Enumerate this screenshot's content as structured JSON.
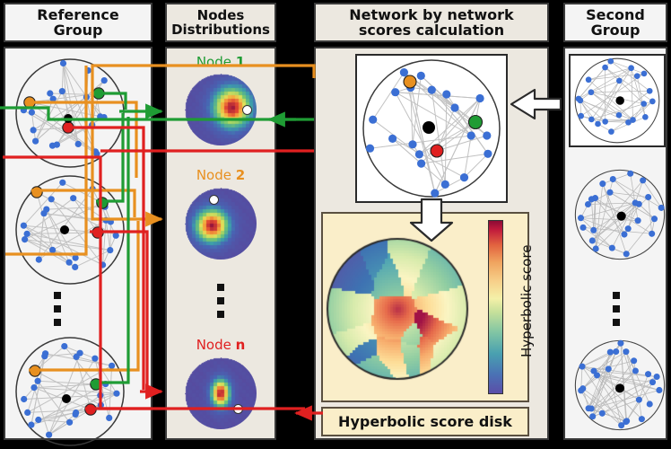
{
  "figure": {
    "background": "#000000",
    "panel_light": "#f4f4f4",
    "panel_cream": "#ece8e0",
    "disk_panel": "#faeec9"
  },
  "columns": [
    {
      "id": "reference-group",
      "title": "Reference\nGroup",
      "title_lines": [
        "Reference",
        "Group"
      ]
    },
    {
      "id": "nodes-distributions",
      "title": "Nodes\nDistributions",
      "title_lines": [
        "Nodes",
        "Distributions"
      ]
    },
    {
      "id": "network-by-network",
      "title": "Network by network\nscores calculation",
      "title_lines": [
        "Network by network",
        "scores calculation"
      ]
    },
    {
      "id": "second-group",
      "title": "Second\nGroup",
      "title_lines": [
        "Second",
        "Group"
      ]
    }
  ],
  "headers": {
    "reference_group": "Reference Group",
    "nodes_distributions": "Nodes Distributions",
    "network_scores": "Network by network scores calculation",
    "second_group": "Second Group"
  },
  "nodes_distributions": {
    "items": [
      {
        "label_prefix": "Node",
        "label_index": "1",
        "color": "#1f9c34",
        "marker_angle_deg": 10,
        "peak": "right"
      },
      {
        "label_prefix": "Node",
        "label_index": "2",
        "color": "#e89020",
        "marker_angle_deg": 255,
        "peak": "left"
      },
      {
        "label_prefix": "Node",
        "label_index": "n",
        "color": "#e02020",
        "marker_angle_deg": 42,
        "peak": "center"
      }
    ],
    "ellipsis": "vertical-ellipsis"
  },
  "highlight_colors": {
    "node1": "#1f9c34",
    "node2": "#e89020",
    "noden": "#e02020",
    "regular_node": "#3b6fd4",
    "center_node": "#000000"
  },
  "hyperbolic": {
    "caption": "Hyperbolic score disk",
    "colorbar_label": "Hyperbolic score",
    "colorbar_low": "#5b4ea8",
    "colorbar_high": "#8c0b35"
  },
  "arrows": {
    "second_group_to_network": "left-arrow",
    "network_to_disk": "down-arrow"
  },
  "chart_data": {
    "type": "heatmap",
    "title": "Hyperbolic score disk",
    "colorbar_label": "Hyperbolic score",
    "colormap": "Spectral",
    "domain": "poincare-disk"
  }
}
